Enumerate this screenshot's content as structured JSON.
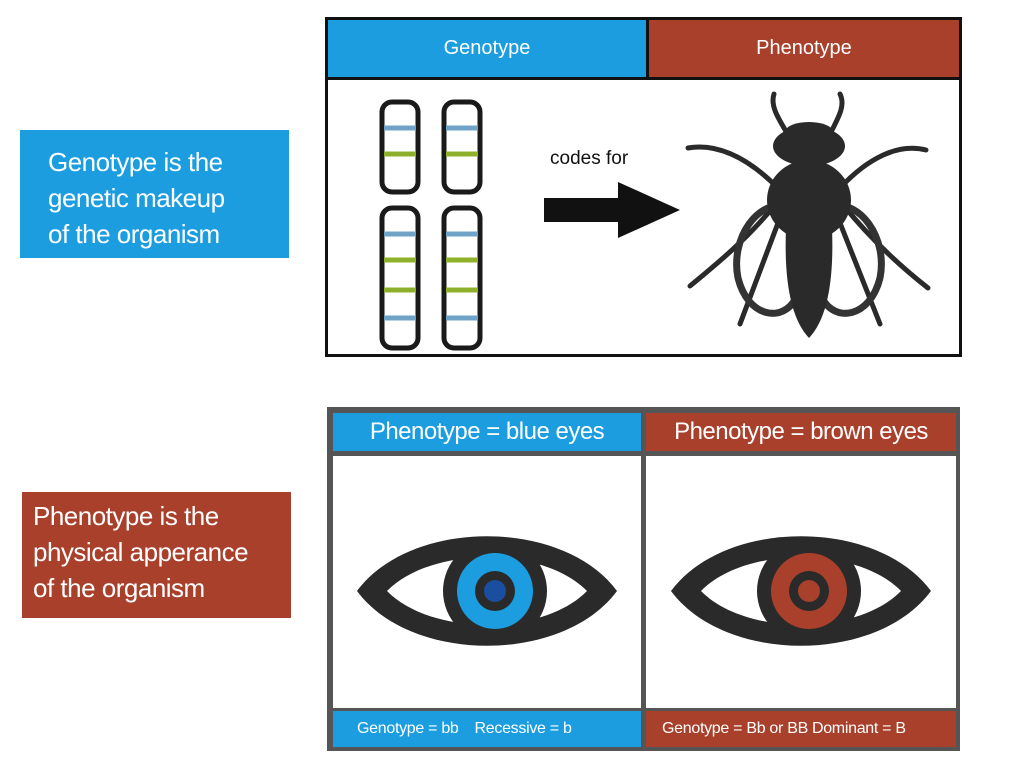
{
  "callouts": {
    "genotype": {
      "line1": "Genotype is the",
      "line2": "genetic makeup",
      "line3": "of the organism"
    },
    "phenotype": {
      "line1": "Phenotype is the",
      "line2": "physical apperance",
      "line3": "of the organism"
    }
  },
  "top_panel": {
    "genotype_header": "Genotype",
    "phenotype_header": "Phenotype",
    "arrow_label": "codes for"
  },
  "bottom_panel": {
    "blue_header": "Phenotype = blue eyes",
    "brown_header": "Phenotype = brown eyes",
    "blue_footer": {
      "genotype": "Genotype = bb",
      "allele": "Recessive = b"
    },
    "brown_footer": {
      "genotype": "Genotype = Bb or BB",
      "allele": "Dominant = B"
    }
  },
  "colors": {
    "blue": "#1b9de0",
    "brown": "#a8402b",
    "iris_blue": "#1b9de0",
    "pupil_blue": "#1a4fa0",
    "iris_brown": "#a8402b",
    "gene_band_blue": "#6fa3c8",
    "gene_band_green": "#8fb02a"
  },
  "icons": [
    "chromosome-icon",
    "right-arrow-icon",
    "fly-icon",
    "eye-icon"
  ]
}
